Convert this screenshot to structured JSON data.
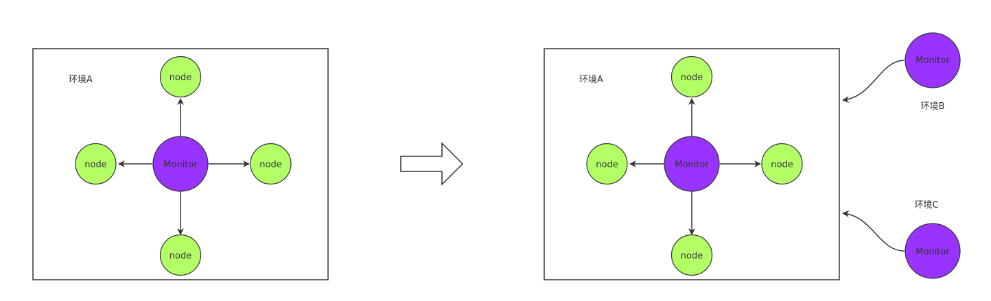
{
  "colors": {
    "monitor_fill": "#9933ff",
    "monitor_stroke": "#333333",
    "node_fill": "#b3ff66",
    "node_stroke": "#333333",
    "line": "#333333",
    "background": "#ffffff"
  },
  "left_panel": {
    "env_label": "环境A",
    "monitor_label": "Monitor",
    "nodes": {
      "top": "node",
      "left": "node",
      "right": "node",
      "bottom": "node"
    }
  },
  "transition": {
    "icon": "right-arrow-icon"
  },
  "right_panel": {
    "env_label": "环境A",
    "monitor_label": "Monitor",
    "nodes": {
      "top": "node",
      "left": "node",
      "right": "node",
      "bottom": "node"
    }
  },
  "external": {
    "env_b": {
      "label": "环境B",
      "monitor_label": "Monitor"
    },
    "env_c": {
      "label": "环境C",
      "monitor_label": "Monitor"
    }
  }
}
